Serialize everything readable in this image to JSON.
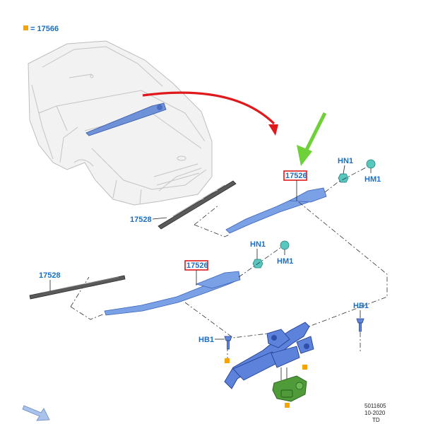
{
  "legend": {
    "marker_color": "#f5a400",
    "text": "= 17566"
  },
  "labels": {
    "arm_upper": "17526",
    "arm_lower": "17526",
    "blade_upper": "17528",
    "blade_lower": "17528",
    "hn1_upper": "HN1",
    "hm1_upper": "HM1",
    "hn1_lower": "HN1",
    "hm1_lower": "HM1",
    "hb1_left": "HB1",
    "hb1_right": "HB1"
  },
  "doc_code": {
    "line1": "5011605",
    "line2": "10-2020",
    "line3": "TD"
  },
  "colors": {
    "label_blue": "#1a6fc4",
    "highlight_red": "#e0191c",
    "pointer_green": "#6fd13a",
    "marker_orange": "#f5a400"
  },
  "icons": {
    "callout_arrow": "curved-red-arrow",
    "pointer": "green-down-arrow",
    "corner": "blue-direction-arrow"
  }
}
